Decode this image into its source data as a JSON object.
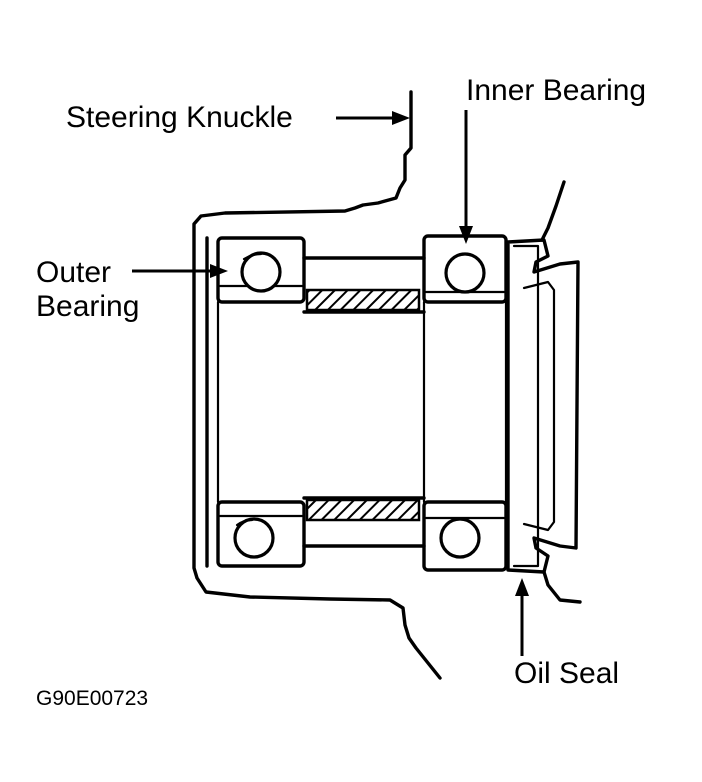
{
  "labels": {
    "steering_knuckle": "Steering Knuckle",
    "inner_bearing": "Inner Bearing",
    "outer_bearing_line1": "Outer",
    "outer_bearing_line2": "Bearing",
    "oil_seal": "Oil Seal"
  },
  "figure_code": "G90E00723"
}
